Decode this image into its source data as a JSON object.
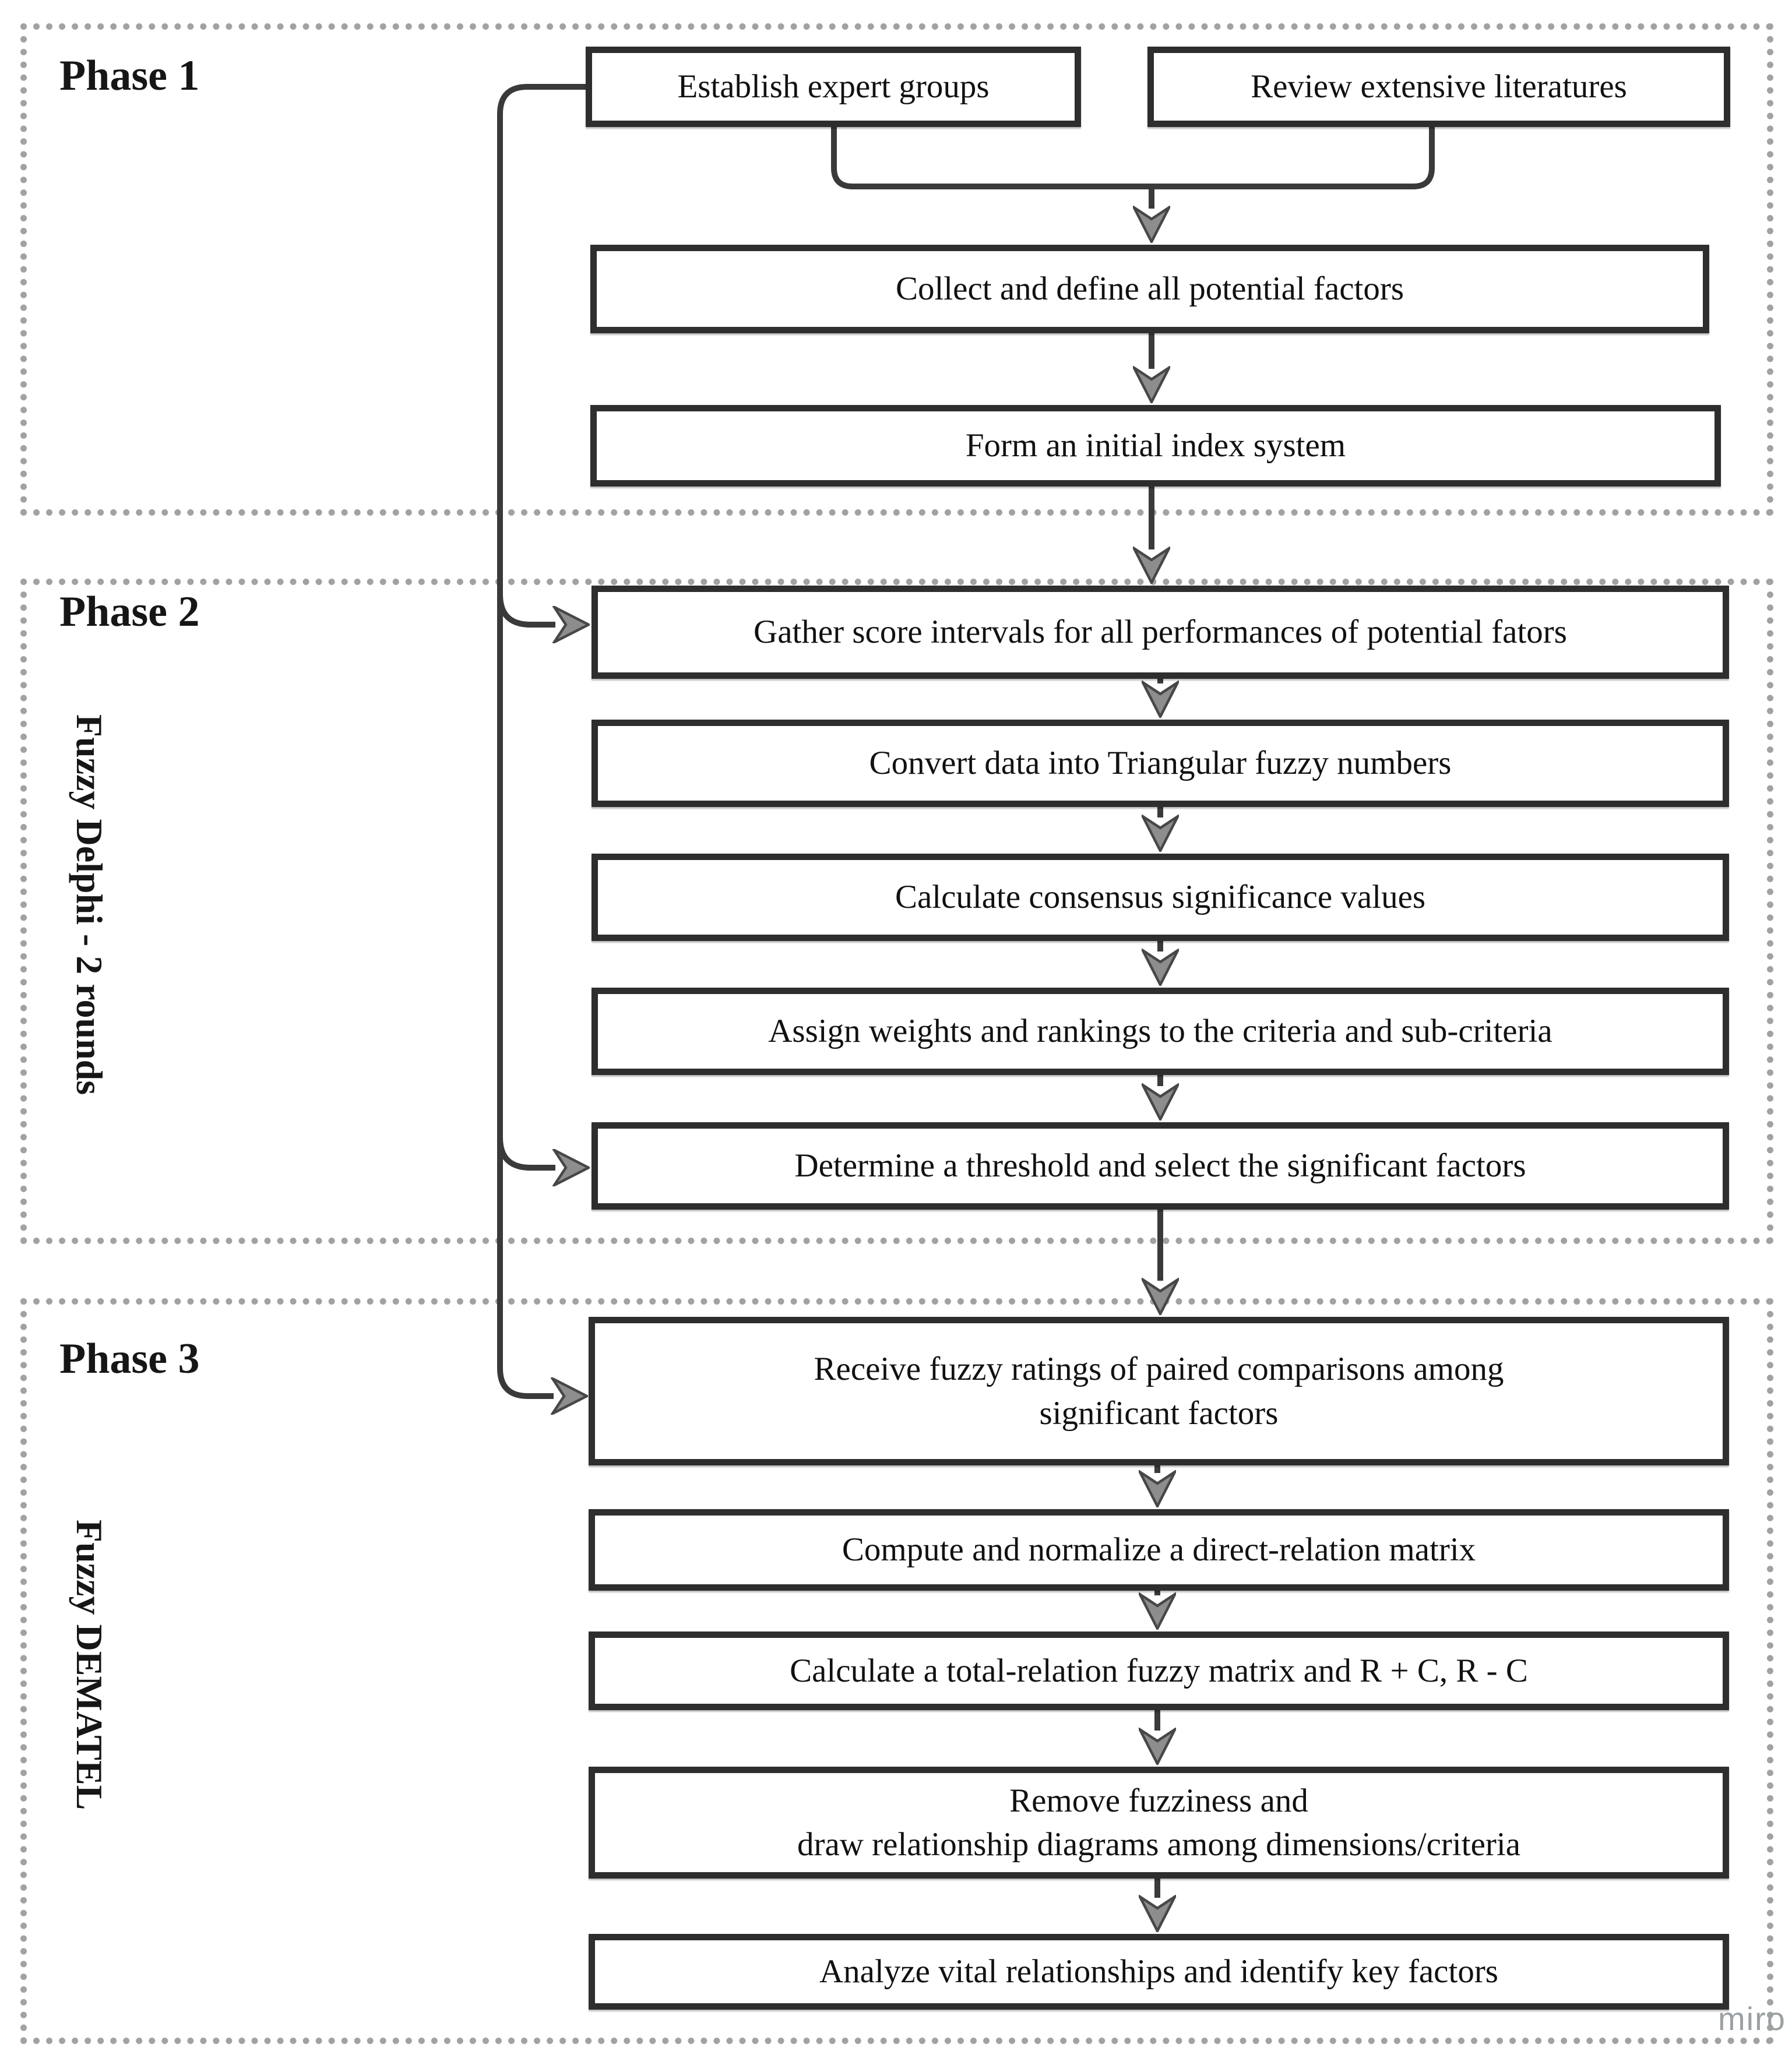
{
  "phases": {
    "phase1": {
      "label": "Phase 1",
      "boxes": {
        "establish": "Establish expert groups",
        "review": "Review extensive literatures",
        "collect": "Collect and define all potential factors",
        "form": "Form an initial index system"
      }
    },
    "phase2": {
      "label": "Phase 2",
      "side_label": "Fuzzy Delphi - 2 rounds",
      "boxes": {
        "gather": "Gather score intervals for all performances of potential fators",
        "convert": "Convert data into Triangular fuzzy numbers",
        "consensus": "Calculate consensus significance values",
        "assign": "Assign weights and rankings to the criteria and sub-criteria",
        "threshold": "Determine a threshold and select the significant factors"
      }
    },
    "phase3": {
      "label": "Phase 3",
      "side_label": "Fuzzy DEMATEL",
      "boxes": {
        "receive": "Receive fuzzy ratings of paired comparisons among\nsignificant factors",
        "compute": "Compute and normalize a direct-relation matrix",
        "total_relation": "Calculate a total-relation fuzzy matrix and R + C, R - C",
        "remove": "Remove fuzziness and\ndraw relationship diagrams among dimensions/criteria",
        "analyze": "Analyze vital relationships and identify key factors"
      }
    }
  },
  "watermark": {
    "text": "miro"
  },
  "colors": {
    "line": "#3a3a3a",
    "arrow_fill": "#8d8d8d",
    "box_border": "#2e2e2e",
    "dotted_border": "#a2a2a2",
    "text": "#111111",
    "watermark": "#9aa0a3"
  }
}
